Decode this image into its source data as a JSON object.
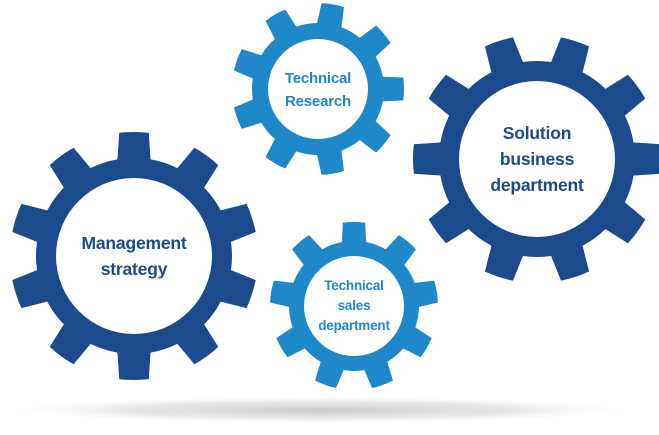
{
  "diagram": {
    "colors": {
      "dark_blue": "#1b4a8d",
      "light_blue": "#1e88c8",
      "center_fill": "#ffffff",
      "shadow": "#cfcfcf"
    },
    "gears": [
      {
        "id": "management",
        "label": "Management\nstrategy",
        "color": "dark_blue",
        "label_color": "dark_blue"
      },
      {
        "id": "solution",
        "label": "Solution\nbusiness\ndepartment",
        "color": "dark_blue",
        "label_color": "dark_blue"
      },
      {
        "id": "research",
        "label": "Technical\nResearch",
        "color": "light_blue",
        "label_color": "light_blue"
      },
      {
        "id": "sales",
        "label": "Technical\nsales\ndepartment",
        "color": "light_blue",
        "label_color": "light_blue"
      }
    ]
  }
}
